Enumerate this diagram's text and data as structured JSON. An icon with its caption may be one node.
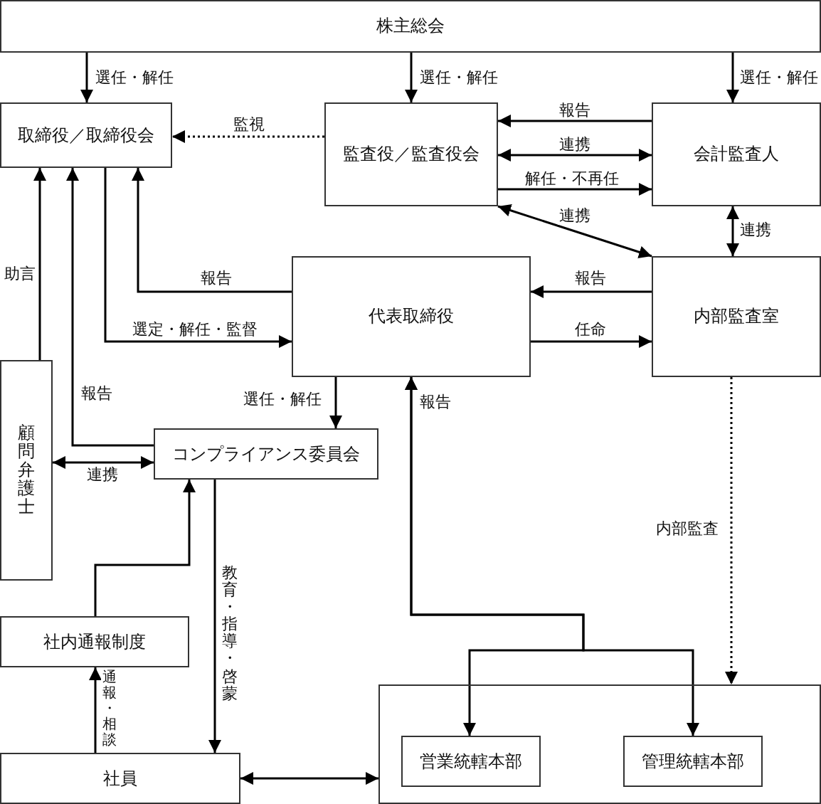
{
  "diagram": {
    "nodes": [
      {
        "text": [
          "株主総会"
        ]
      },
      {
        "text": [
          "取締役／取締役会"
        ]
      },
      {
        "text": [
          "監査役／監査役会"
        ]
      },
      {
        "text": [
          "会計監査人"
        ]
      },
      {
        "text": [
          "代表取締役"
        ]
      },
      {
        "text": [
          "内部監査室"
        ]
      },
      {
        "text": [
          "顧問弁護士"
        ]
      },
      {
        "text": [
          "コンプライアンス委員会"
        ]
      },
      {
        "text": [
          "社内通報制度"
        ]
      },
      {
        "text": [
          "社員"
        ]
      },
      {
        "text": [],
        "shape": "box"
      },
      {
        "text": [
          "営業統轄本部"
        ],
        "in": 10
      },
      {
        "text": [
          "管理統轄本部"
        ],
        "in": 10
      }
    ],
    "edges": [
      {
        "from": 0,
        "to": 1,
        "arrow": "to",
        "label": "選任・解任"
      },
      {
        "from": 0,
        "to": 2,
        "arrow": "to",
        "label": "選任・解任"
      },
      {
        "from": 0,
        "to": 3,
        "arrow": "to",
        "label": "選任・解任"
      },
      {
        "from": 2,
        "to": 1,
        "arrow": "to",
        "label": "監視",
        "style": "dashed"
      },
      {
        "from": 3,
        "to": 2,
        "arrow": "to",
        "label": "報告"
      },
      {
        "from": 2,
        "to": 3,
        "arrow": "both",
        "label": "連携"
      },
      {
        "from": 2,
        "to": 3,
        "arrow": "to",
        "label": "解任・不再任"
      },
      {
        "from": 2,
        "to": 5,
        "arrow": "both",
        "label": "連携"
      },
      {
        "from": 3,
        "to": 5,
        "arrow": "both",
        "label": "連携"
      },
      {
        "from": 6,
        "to": 1,
        "arrow": "to",
        "label": "助言"
      },
      {
        "from": 7,
        "to": 1,
        "arrow": "to",
        "label": "報告"
      },
      {
        "from": 4,
        "to": 1,
        "arrow": "to",
        "label": "報告"
      },
      {
        "from": 1,
        "to": 4,
        "arrow": "to",
        "label": "選定・解任・監督"
      },
      {
        "from": 5,
        "to": 4,
        "arrow": "to",
        "label": "報告"
      },
      {
        "from": 4,
        "to": 5,
        "arrow": "to",
        "label": "任命"
      },
      {
        "from": 4,
        "to": 7,
        "arrow": "to",
        "label": "選任・解任"
      },
      {
        "from": 6,
        "to": 7,
        "arrow": "both",
        "label": "連携"
      },
      {
        "from": 8,
        "to": 7,
        "arrow": "to"
      },
      {
        "from": 7,
        "to": 9,
        "arrow": "to",
        "label": "教育・指導・啓蒙"
      },
      {
        "from": 9,
        "to": 8,
        "arrow": "to",
        "label": "通報・相談"
      },
      {
        "from": 9,
        "to": 10,
        "arrow": "both"
      },
      {
        "from": 4,
        "to": 11,
        "arrow": "both",
        "label": "報告"
      },
      {
        "from": 4,
        "to": 12,
        "arrow": "both"
      },
      {
        "from": 5,
        "to": 10,
        "arrow": "to",
        "label": "内部監査",
        "style": "dashed"
      }
    ]
  }
}
